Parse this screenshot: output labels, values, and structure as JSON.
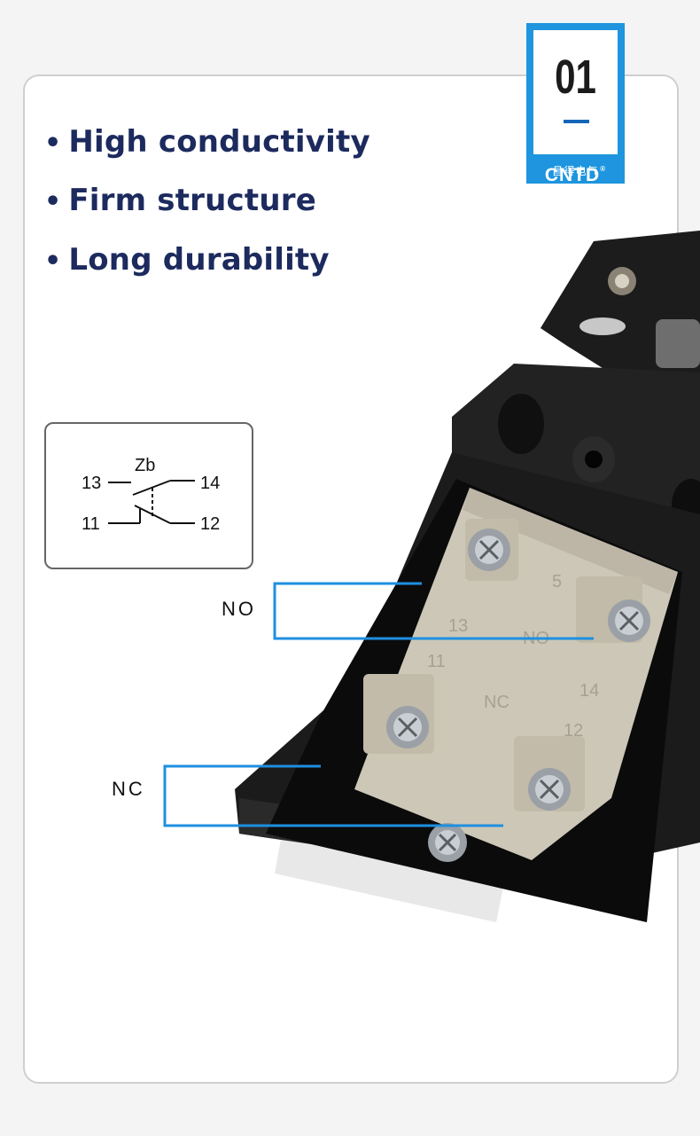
{
  "features": [
    {
      "bullet": "•",
      "text": "High conductivity"
    },
    {
      "bullet": "•",
      "text": "Firm structure"
    },
    {
      "bullet": "•",
      "text": "Long durability"
    }
  ],
  "badge": {
    "number": "01",
    "brand": "CNTD",
    "registered": "®",
    "subtitle": "昌得电气",
    "color": "#1e95de"
  },
  "diagram": {
    "symbol": "Zb",
    "terminals": [
      "13",
      "14",
      "11",
      "12"
    ]
  },
  "callouts": {
    "no_label": "NO",
    "nc_label": "NC",
    "line_color": "#1e8fe0"
  },
  "product": {
    "contact_marks": [
      "5",
      "13",
      "NO",
      "11",
      "14",
      "NC",
      "12"
    ],
    "body_color": "#1a1a1a",
    "contact_block_color": "#cdc7b8"
  }
}
